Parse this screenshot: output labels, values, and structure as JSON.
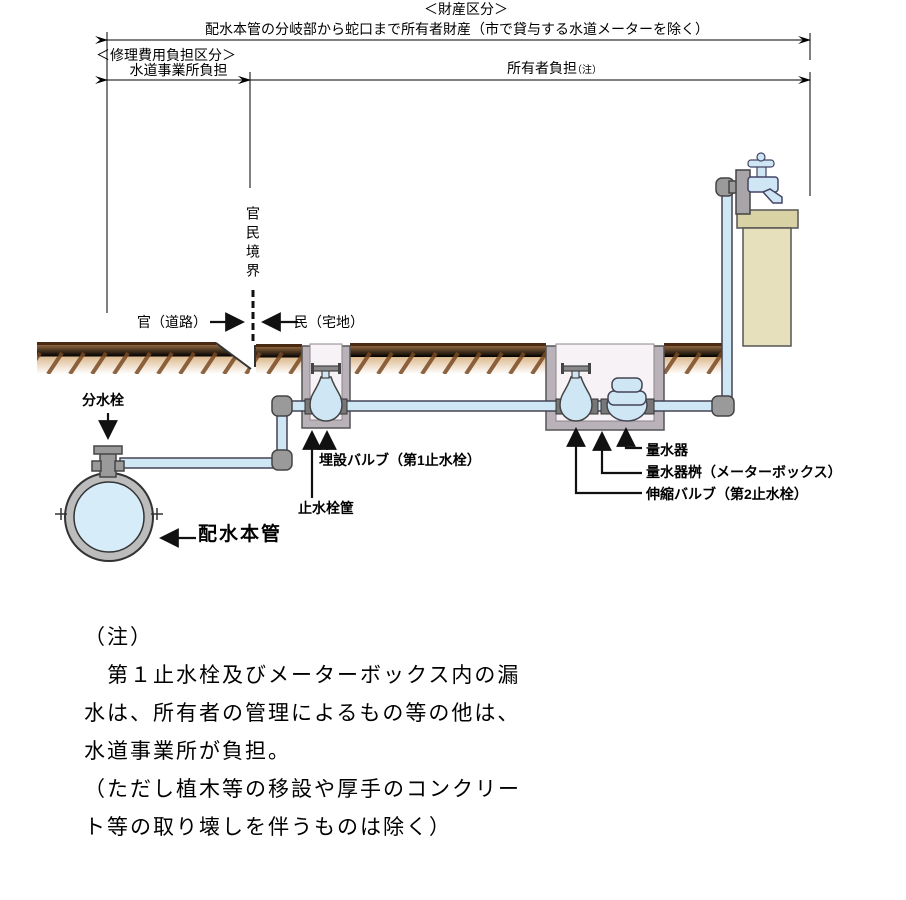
{
  "header": {
    "property_title": "＜財産区分＞",
    "property_desc": "配水本管の分岐部から蛇口まで所有者財産（市で貸与する水道メーターを除く）",
    "repair_title": "＜修理費用負担区分＞",
    "utility_burden": "水道事業所負担",
    "owner_burden": "所有者負担",
    "owner_burden_ref": "（注）"
  },
  "boundary": {
    "vertical_label": "官民境界",
    "public_label": "官（道路）",
    "private_label": "民（宅地）"
  },
  "components": {
    "tapping_valve": "分水栓",
    "distribution_main": "配水本管",
    "buried_valve": "埋設バルブ（第1止水栓）",
    "stop_valve_box": "止水栓筐",
    "water_meter": "量水器",
    "meter_box": "量水器桝（メーターボックス）",
    "expansion_valve": "伸縮バルブ（第2止水栓）"
  },
  "note": {
    "lines": [
      "（注）",
      "　第１止水栓及びメーターボックス内の漏",
      "水は、所有者の管理によるもの等の他は、",
      "水道事業所が負担。",
      "（ただし植木等の移設や厚手のコンクリー",
      "ト等の取り壊しを伴うものは除く）"
    ]
  },
  "colors": {
    "pipe_fill": "#cfe7f5",
    "fitting_gray": "#9a9a9a",
    "box_wall": "#b9b2b9",
    "ground_brown": "#b5814f",
    "stand_tan": "#d8d2a4"
  }
}
